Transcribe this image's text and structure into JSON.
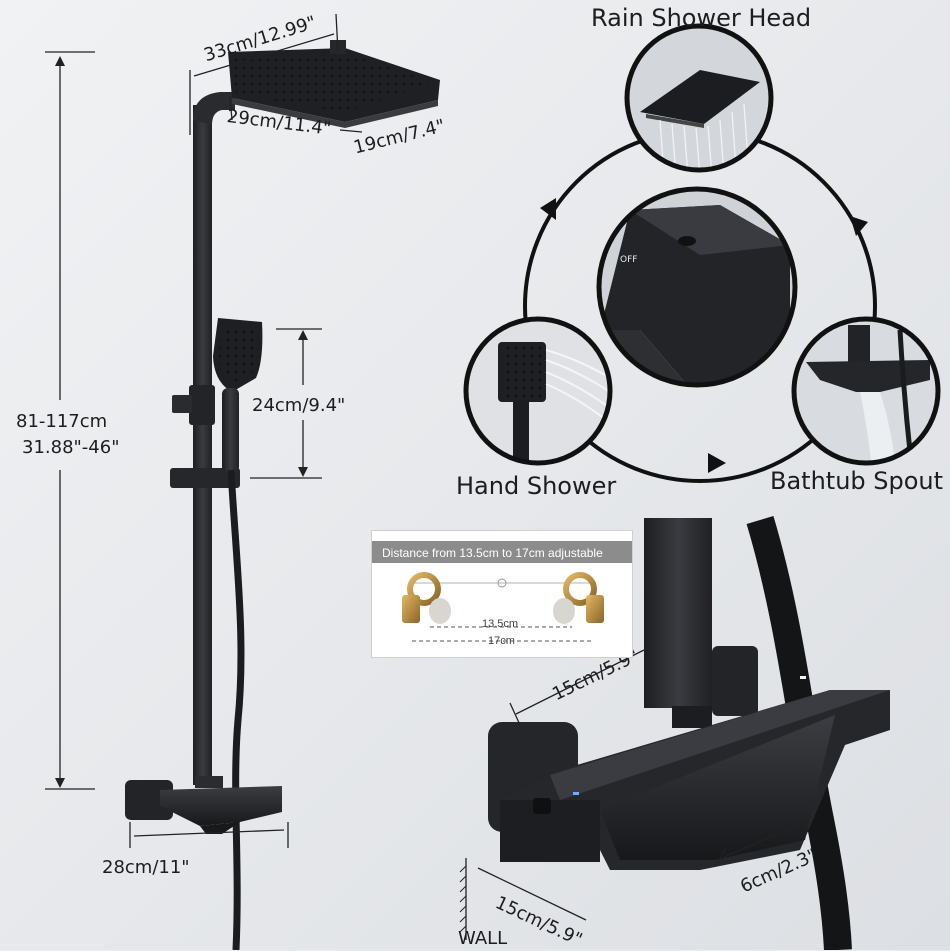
{
  "labels": {
    "rain_head_title": "Rain Shower Head",
    "hand_shower_title": "Hand Shower",
    "bathtub_spout_title": "Bathtub Spout",
    "head_width": "33cm/12.99\"",
    "head_depth_a": "29cm/11.4\"",
    "head_depth_b": "19cm/7.4\"",
    "hand_height": "24cm/9.4\"",
    "total_height_cm": "81-117cm",
    "total_height_in": "31.88\"-46\"",
    "mixer_width": "28cm/11\"",
    "column_height": "15cm/5.9\"",
    "wall_distance": "15cm/5.9\"",
    "spout_width": "6cm/2.3\"",
    "wall": "WALL",
    "valve_off": "OFF"
  },
  "adjust_panel": {
    "title": "Distance from 13.5cm to 17cm adjustable",
    "min_label": "13.5cm",
    "max_label": "17cm"
  },
  "colors": {
    "background": "#e9ebee",
    "metal_black": "#2b2c2f",
    "brass": "#b78a3d",
    "text": "#1d1d1f"
  }
}
